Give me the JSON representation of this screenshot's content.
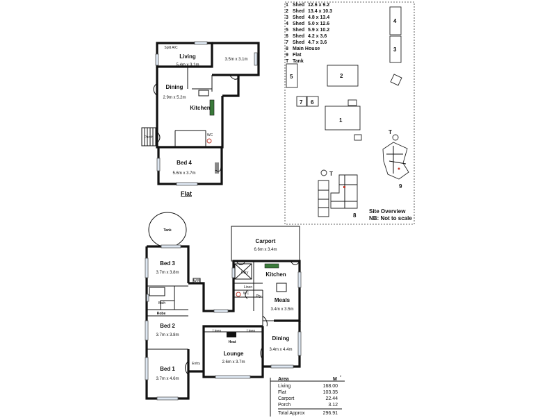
{
  "flat": {
    "title": "Flat",
    "rooms": {
      "living": {
        "name": "Living",
        "dim": "5.4m x 3.1m"
      },
      "unnamed": {
        "dim": "3.5m x 3.1m"
      },
      "dining": {
        "name": "Dining",
        "dim": "2.9m x 5.2m"
      },
      "kitchen": {
        "name": "Kitchen"
      },
      "bed4": {
        "name": "Bed 4",
        "dim": "5.6m x 3.7m"
      },
      "porch": {
        "name": "Porch"
      },
      "wc": {
        "name": "WC"
      },
      "split_ac": "Split A/C"
    }
  },
  "main_house": {
    "rooms": {
      "tank": "Tank",
      "carport": {
        "name": "Carport",
        "dim": "6.6m x 3.4m"
      },
      "bed3": {
        "name": "Bed 3",
        "dim": "3.7m x 3.8m"
      },
      "bed2": {
        "name": "Bed 2",
        "dim": "3.7m x 3.8m"
      },
      "bed1": {
        "name": "Bed 1",
        "dim": "3.7m x 4.6m"
      },
      "kitchen": {
        "name": "Kitchen"
      },
      "meals": {
        "name": "Meals",
        "dim": "3.4m x 3.5m"
      },
      "dining": {
        "name": "Dining",
        "dim": "3.4m x 4.4m"
      },
      "lounge": {
        "name": "Lounge",
        "dim": "2.6m x 3.7m"
      },
      "laundry": "L'dry",
      "linen1": "Linen",
      "linen2": "Linen",
      "linen3": "Linen",
      "wc": "WC",
      "pty": "Pty",
      "bath": "Bath",
      "robe": "Robe",
      "heat": "Heat",
      "entry": "Entry",
      "wir": "W/R"
    }
  },
  "site_overview": {
    "legend": [
      {
        "num": "1",
        "type": "Shed",
        "dim": "12.6 x 9.2"
      },
      {
        "num": "2",
        "type": "Shed",
        "dim": "13.4 x 10.3"
      },
      {
        "num": "3",
        "type": "Shed",
        "dim": "4.8 x 13.4"
      },
      {
        "num": "4",
        "type": "Shed",
        "dim": "5.0 x 12.6"
      },
      {
        "num": "5",
        "type": "Shed",
        "dim": "5.9 x 10.2"
      },
      {
        "num": "6",
        "type": "Shed",
        "dim": "4.2 x 3.6"
      },
      {
        "num": "7",
        "type": "Shed",
        "dim": "4.7 x 3.6"
      },
      {
        "num": "8",
        "type": "Main House",
        "dim": ""
      },
      {
        "num": "9",
        "type": "Flat",
        "dim": ""
      },
      {
        "num": "T",
        "type": "Tank",
        "dim": ""
      }
    ],
    "labels": {
      "s1": "1",
      "s2": "2",
      "s3": "3",
      "s4": "4",
      "s5": "5",
      "s6": "6",
      "s7": "7",
      "s8": "8",
      "s9": "9",
      "t1": "T",
      "t2": "T"
    },
    "caption1": "Site Overview",
    "caption2": "NB: Not to scale"
  },
  "area_table": {
    "header_area": "Area",
    "header_unit": "M",
    "header_sup": "2",
    "rows": [
      {
        "label": "Living",
        "value": "168.00"
      },
      {
        "label": "Flat",
        "value": "103.35"
      },
      {
        "label": "Carport",
        "value": "22.44"
      },
      {
        "label": "Porch",
        "value": "3.12"
      }
    ],
    "total_label": "Total Approx",
    "total_value": "296.91"
  }
}
